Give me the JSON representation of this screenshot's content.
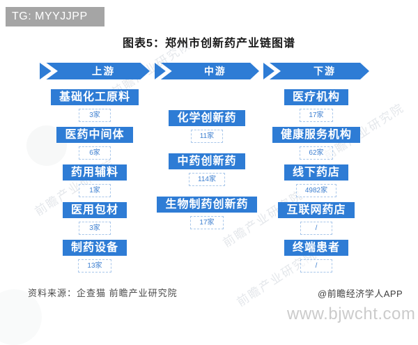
{
  "badge": {
    "text": "TG: MYYJJPP"
  },
  "title": "图表5：郑州市创新药产业链图谱",
  "columns": [
    {
      "header": "上游",
      "items": [
        {
          "name": "基础化工原料",
          "count": "3家"
        },
        {
          "name": "医药中间体",
          "count": "6家"
        },
        {
          "name": "药用辅料",
          "count": "1家"
        },
        {
          "name": "医用包材",
          "count": "3家"
        },
        {
          "name": "制药设备",
          "count": "13家"
        }
      ]
    },
    {
      "header": "中游",
      "items": [
        {
          "name": "化学创新药",
          "count": "11家"
        },
        {
          "name": "中药创新药",
          "count": "114家"
        },
        {
          "name": "生物制药创新药",
          "count": "17家"
        }
      ]
    },
    {
      "header": "下游",
      "items": [
        {
          "name": "医疗机构",
          "count": "17家"
        },
        {
          "name": "健康服务机构",
          "count": "62家"
        },
        {
          "name": "线下药店",
          "count": "4982家"
        },
        {
          "name": "互联网药店",
          "count": "/"
        },
        {
          "name": "终端患者",
          "count": "/"
        }
      ]
    }
  ],
  "footer": {
    "source": "资料来源：企查猫 前瞻产业研究院",
    "credit": "@前瞻经济学人APP"
  },
  "watermark": {
    "url": "www.bjwcht.com",
    "brand": "前瞻产业研究院"
  },
  "colors": {
    "primary": "#2E7CD5",
    "count_text": "#3D7FD0",
    "count_border": "#A9C7EA"
  }
}
